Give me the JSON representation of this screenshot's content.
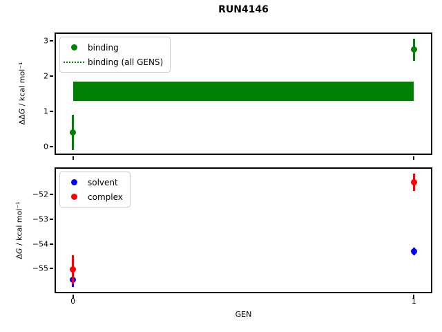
{
  "title": "RUN4146",
  "chart_data": [
    {
      "type": "errorbar",
      "axes": "top",
      "ylabel": "ΔΔG / kcal mol⁻¹",
      "ylabel_parts": {
        "prefix": "ΔΔ",
        "sym": "G",
        "suffix": " / kcal mol⁻¹"
      },
      "ylim": [
        -0.2,
        3.2
      ],
      "yticks": [
        0,
        1,
        2,
        3
      ],
      "yticklabels": [
        "0",
        "1",
        "2",
        "3"
      ],
      "xlim": [
        -0.05,
        1.05
      ],
      "xticks": [
        0,
        1
      ],
      "xticklabels": null,
      "grid": false,
      "series": [
        {
          "name": "binding",
          "color": "#008000",
          "marker": "circle",
          "x": [
            0,
            1
          ],
          "y": [
            0.4,
            2.75
          ],
          "yerr": [
            0.5,
            0.32
          ]
        }
      ],
      "band": {
        "label": "binding (all GENS)",
        "color": "#008000",
        "x0": 0,
        "x1": 1,
        "y0": 1.3,
        "y1": 1.85
      },
      "legend": {
        "position": "upper left",
        "entries": [
          {
            "marker": "circle",
            "color": "#008000",
            "label": "binding"
          },
          {
            "marker": "dotted-line",
            "color": "#008000",
            "label": "binding (all GENS)"
          }
        ]
      }
    },
    {
      "type": "errorbar",
      "axes": "bottom",
      "xlabel": "GEN",
      "ylabel": "ΔG / kcal mol⁻¹",
      "ylabel_parts": {
        "prefix": "Δ",
        "sym": "G",
        "suffix": " / kcal mol⁻¹"
      },
      "ylim": [
        -55.95,
        -50.95
      ],
      "yticks": [
        -55,
        -54,
        -53,
        -52
      ],
      "yticklabels": [
        "−55",
        "−54",
        "−53",
        "−52"
      ],
      "xlim": [
        -0.05,
        1.05
      ],
      "xticks": [
        0,
        1
      ],
      "xticklabels": [
        "0",
        "1"
      ],
      "grid": false,
      "series": [
        {
          "name": "solvent",
          "color": "#0000ff",
          "marker": "circle",
          "x": [
            0,
            1
          ],
          "y": [
            -55.45,
            -54.3
          ],
          "yerr": [
            0.3,
            0.16
          ]
        },
        {
          "name": "complex",
          "color": "#ff0000",
          "marker": "circle",
          "x": [
            0,
            1
          ],
          "y": [
            -55.05,
            -51.5
          ],
          "yerr": [
            0.6,
            0.35
          ]
        }
      ],
      "legend": {
        "position": "upper left",
        "entries": [
          {
            "marker": "circle",
            "color": "#0000ff",
            "label": "solvent"
          },
          {
            "marker": "circle",
            "color": "#ff0000",
            "label": "complex"
          }
        ]
      }
    }
  ]
}
